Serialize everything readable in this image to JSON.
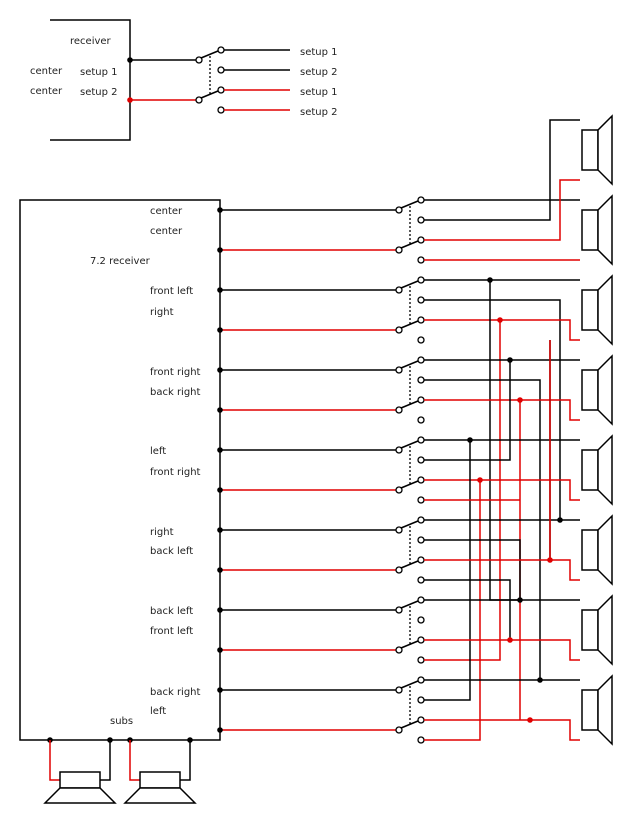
{
  "colors": {
    "wire": "#000000",
    "red": "#e00000"
  },
  "top_diagram": {
    "receiver_label": "receiver",
    "left_labels": [
      "center",
      "center"
    ],
    "input_labels": [
      "setup 1",
      "setup 2"
    ],
    "output_labels": [
      "setup 1",
      "setup 2",
      "setup 1",
      "setup 2"
    ]
  },
  "main": {
    "receiver_label": "7.2 receiver",
    "subs_label": "subs",
    "channel_labels": [
      [
        "center",
        "center"
      ],
      [
        "front left",
        "right"
      ],
      [
        "front right",
        "back right"
      ],
      [
        "left",
        "front right"
      ],
      [
        "right",
        "back left"
      ],
      [
        "back left",
        "front left"
      ],
      [
        "back right",
        "left"
      ]
    ],
    "speakers": [
      "speaker",
      "speaker",
      "speaker",
      "speaker",
      "speaker",
      "speaker",
      "speaker",
      "speaker"
    ],
    "subwoofers": [
      "subwoofer",
      "subwoofer"
    ]
  }
}
